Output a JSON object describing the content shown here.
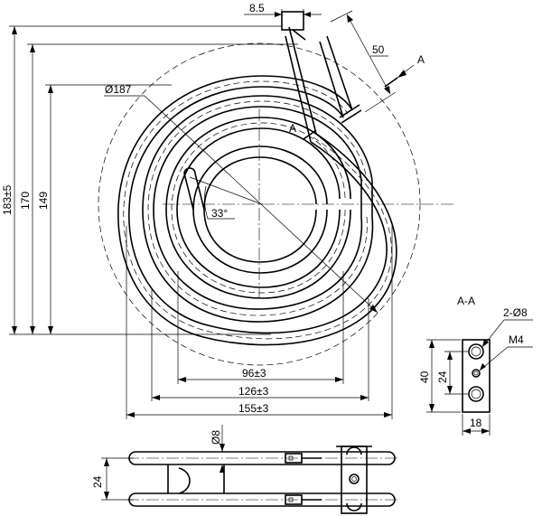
{
  "drawing": {
    "dims": {
      "lead_width": "8.5",
      "lead_length": "50",
      "diameter_outer": "Ø187",
      "height_total": "183±5",
      "height_170": "170",
      "height_149": "149",
      "angle": "33°",
      "width_96": "96±3",
      "width_126": "126±3",
      "width_155": "155±3",
      "tube_diameter": "Ø8",
      "pitch_side": "24",
      "bracket_height": "40",
      "bracket_pitch": "24",
      "bracket_width": "18",
      "hole_callout": "2-Ø8",
      "thread_callout": "M4"
    },
    "section": {
      "cut_marker_1": "A",
      "cut_marker_2": "A",
      "section_title": "A-A"
    }
  }
}
